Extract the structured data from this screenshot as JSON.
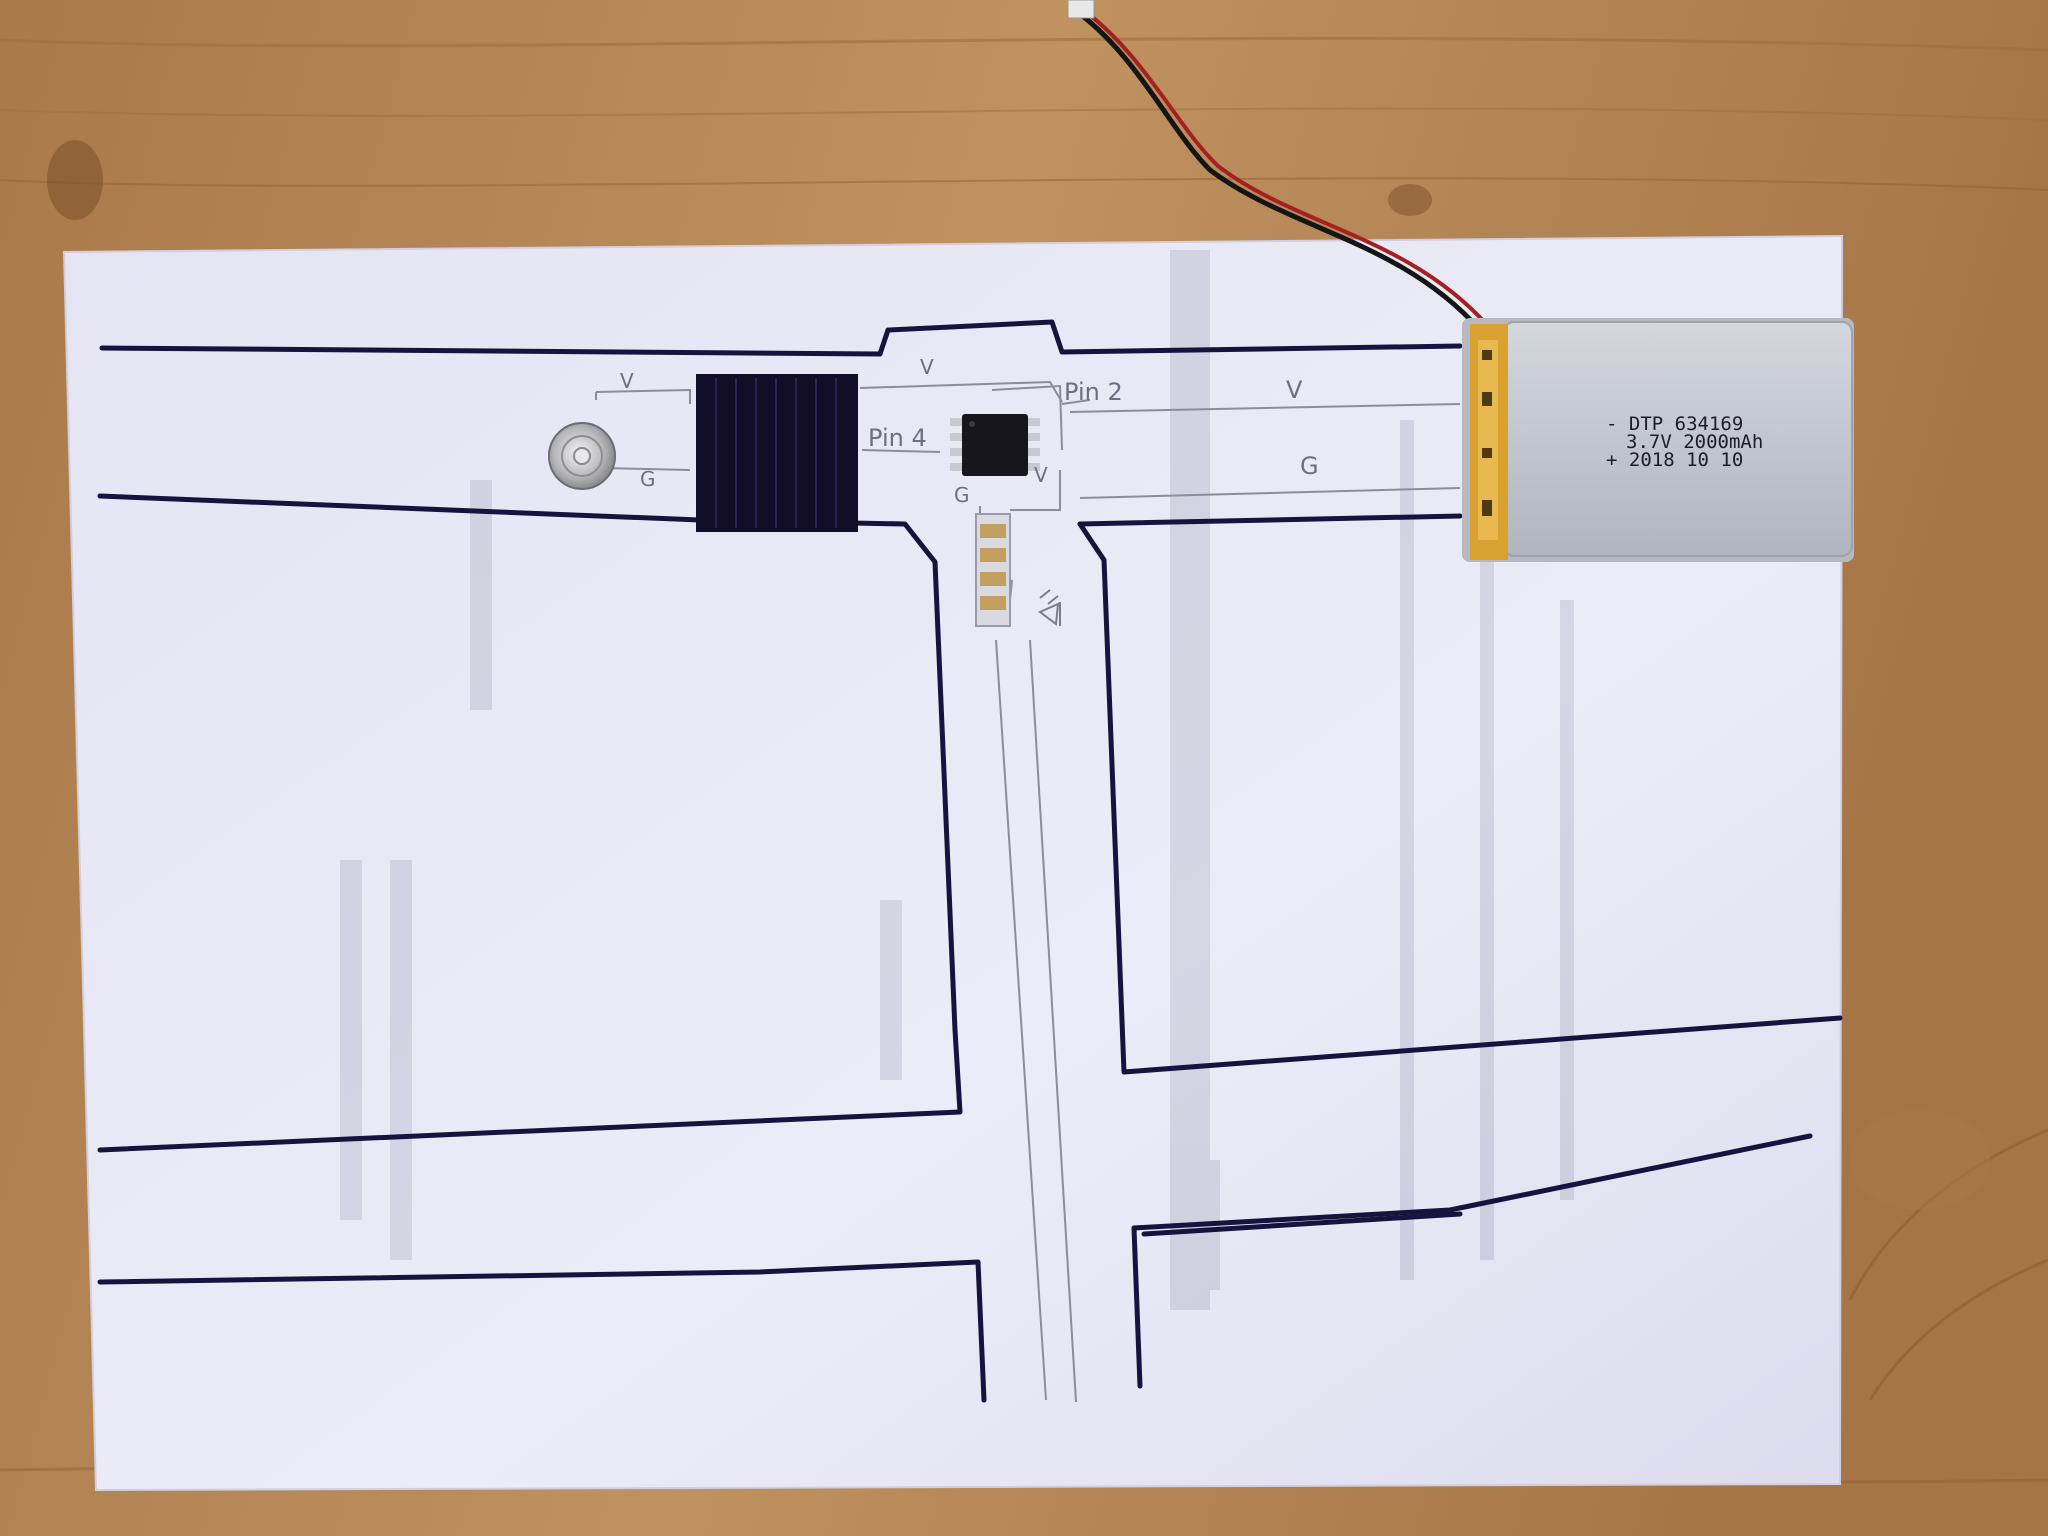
{
  "colors": {
    "wood": "#b88a55",
    "wood_dark": "#9a6d3c",
    "paper": "#e9e9f6",
    "ink": "#17133f",
    "pencil": "#8c8c9a",
    "battery": "#c8cbd2",
    "battery_edge": "#e0a22a",
    "wire_red": "#a52020",
    "wire_black": "#151515",
    "foam": "#120e28"
  },
  "pencil_labels": {
    "left_v": "V",
    "left_g": "G",
    "top_v": "V",
    "pin4": "Pin 4",
    "pin2": "Pin 2",
    "chip_g": "G",
    "chip_v": "V",
    "right_v": "V",
    "right_g": "G"
  },
  "battery": {
    "line1": "- DTP 634169",
    "line2": "3.7V 2000mAh",
    "line3": "+ 2018 10 10"
  },
  "icons": {
    "snap_button": "snap-button-icon",
    "chip": "ic-chip-icon",
    "led_symbol": "led-symbol-icon"
  }
}
